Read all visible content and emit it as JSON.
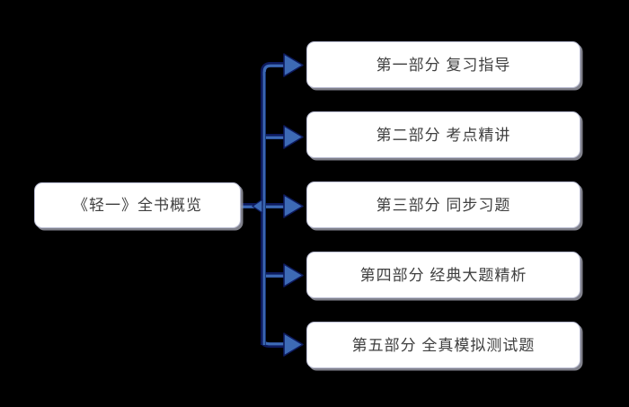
{
  "diagram": {
    "type": "tree-flowchart",
    "title": "《轻一》全书概览",
    "background_color": "#000000",
    "root": {
      "label": "《轻一》全书概览",
      "text_color": "#3f3f3f",
      "fill_color": "#ffffff",
      "border_color": "#b9bcd2"
    },
    "connector": {
      "style": "rounded-elbow",
      "outline_color": "#0d1a5e",
      "fill_color": "#3d6ab5",
      "arrow_color": "#3d6ab5",
      "branch_count": 5
    },
    "branches": [
      {
        "index": 1,
        "label": "第一部分 复习指导",
        "part": "第一部分",
        "name": "复习指导"
      },
      {
        "index": 2,
        "label": "第二部分 考点精讲",
        "part": "第二部分",
        "name": "考点精讲"
      },
      {
        "index": 3,
        "label": "第三部分 同步习题",
        "part": "第三部分",
        "name": "同步习题"
      },
      {
        "index": 4,
        "label": "第四部分 经典大题精析",
        "part": "第四部分",
        "name": "经典大题精析"
      },
      {
        "index": 5,
        "label": "第五部分 全真模拟测试题",
        "part": "第五部分",
        "name": "全真模拟测试题"
      }
    ]
  }
}
